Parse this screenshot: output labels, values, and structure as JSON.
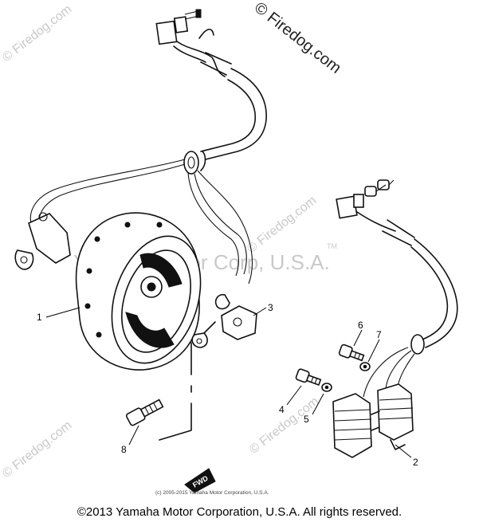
{
  "watermark": {
    "brand_top": "© Firedog.com",
    "brand_tile": "© Firedog.com",
    "trademark_center": "Yamaha Motor Corp, U.S.A.",
    "tm_mark": "TM"
  },
  "parts": [
    {
      "id": "part-1",
      "label": "1",
      "description": "flywheel rotor"
    },
    {
      "id": "part-2",
      "label": "2",
      "description": "source coil assembly"
    },
    {
      "id": "part-3",
      "label": "3",
      "description": "pickup coil"
    },
    {
      "id": "part-4",
      "label": "4",
      "description": "bolt"
    },
    {
      "id": "part-5",
      "label": "5",
      "description": "washer"
    },
    {
      "id": "part-6",
      "label": "6",
      "description": "bolt"
    },
    {
      "id": "part-7",
      "label": "7",
      "description": "washer"
    },
    {
      "id": "part-8",
      "label": "8",
      "description": "bolt"
    }
  ],
  "fwd_tag": "FWD",
  "diagram_copyright": "(c) 2005-2015 Yamaha Motor Corporation, U.S.A.",
  "footer": {
    "copyright": "©2013 Yamaha Motor Corporation, U.S.A. All rights reserved."
  }
}
